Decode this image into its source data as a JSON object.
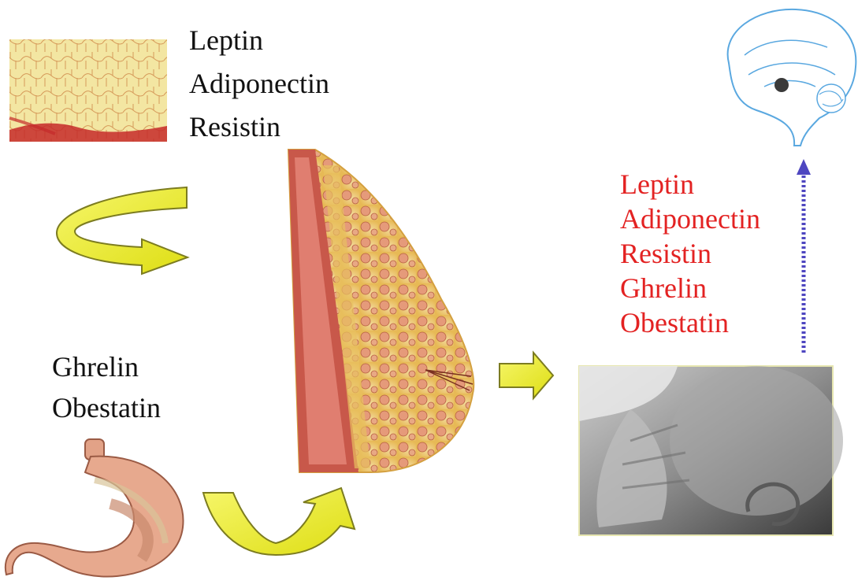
{
  "adipose_hormones": [
    "Leptin",
    "Adiponectin",
    "Resistin"
  ],
  "stomach_hormones": [
    "Ghrelin",
    "Obestatin"
  ],
  "milk_hormones": [
    "Leptin",
    "Adiponectin",
    "Resistin",
    "Ghrelin",
    "Obestatin"
  ],
  "colors": {
    "milk_hormone_text": "#e32222",
    "arrow_fill": "#ecec1c",
    "arrow_stroke": "#7c7c20",
    "dotted_arrow": "#4e46c0",
    "brain_outline": "#5aa8e0"
  },
  "icons": [
    "adipose-tissue-image",
    "breast-anatomy-image",
    "stomach-image",
    "nursing-infant-photo",
    "brain-icon"
  ]
}
